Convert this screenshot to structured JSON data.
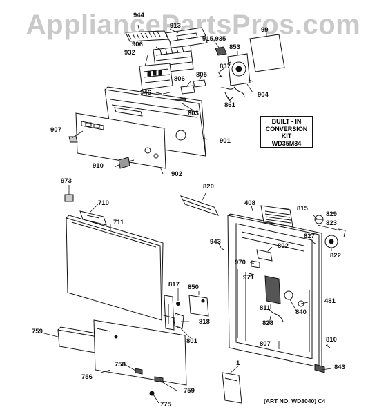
{
  "watermark": "AppliancePartsPros.com",
  "kit_box": {
    "line1": "BUILT - IN",
    "line2": "CONVERSION",
    "line3": "KIT",
    "line4": "WD35M34"
  },
  "art_note": "(ART NO. WD8040) C4",
  "callouts": {
    "c944": "944",
    "c913": "913",
    "c906": "906",
    "c932": "932",
    "c915": "915,935",
    "c853": "853",
    "c99": "99",
    "c837": "837",
    "c805": "805",
    "c806": "806",
    "c946": "946",
    "c803": "803",
    "c904": "904",
    "c861": "861",
    "c907": "907",
    "c901": "901",
    "c910": "910",
    "c902": "902",
    "c973": "973",
    "c820": "820",
    "c710": "710",
    "c711": "711",
    "c408": "408",
    "c815": "815",
    "c829": "829",
    "c823": "823",
    "c827": "827",
    "c943": "943",
    "c802": "802",
    "c822": "822",
    "c970": "970",
    "c971": "971",
    "c817": "817",
    "c850": "850",
    "c481": "481",
    "c811": "811",
    "c840": "840",
    "c818": "818",
    "c828": "828",
    "c759a": "759",
    "c801": "801",
    "c807": "807",
    "c810": "810",
    "c843": "843",
    "c758": "758",
    "c756": "756",
    "c759b": "759",
    "c1": "1",
    "c775": "775"
  }
}
